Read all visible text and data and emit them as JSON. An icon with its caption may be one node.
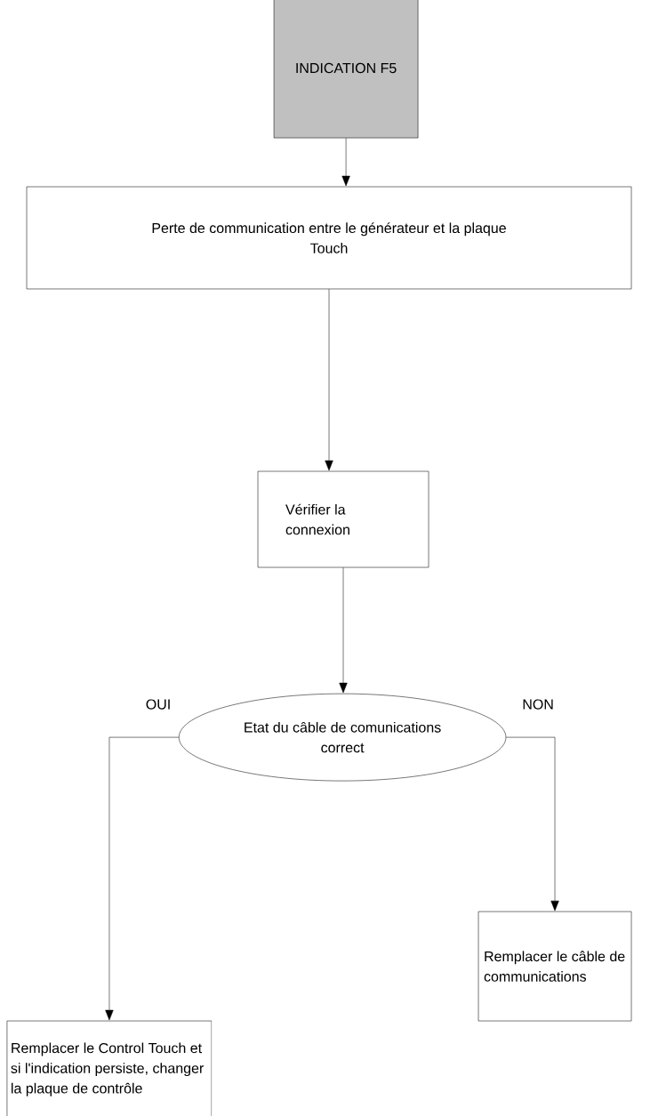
{
  "diagram": {
    "nodes": [
      {
        "text": [
          "INDICATION F5"
        ]
      },
      {
        "text": [
          "Perte de communication entre le générateur et la plaque Touch"
        ]
      },
      {
        "text": [
          "Vérifier la connexion"
        ]
      },
      {
        "text": [
          "Etat du câble de comunications correct"
        ]
      },
      {
        "text": [
          "Remplacer le câble de communications"
        ]
      },
      {
        "text": [
          "Remplacer le Control Touch et si l'indication persiste, changer la plaque de contrôle"
        ]
      }
    ],
    "edges": [
      {
        "from": 0,
        "to": 1,
        "arrow": "to"
      },
      {
        "from": 1,
        "to": 2,
        "arrow": "to"
      },
      {
        "from": 2,
        "to": 3,
        "arrow": "to"
      },
      {
        "from": 3,
        "to": 5,
        "arrow": "to",
        "label": "OUI"
      },
      {
        "from": 3,
        "to": 4,
        "arrow": "to",
        "label": "NON"
      }
    ]
  }
}
